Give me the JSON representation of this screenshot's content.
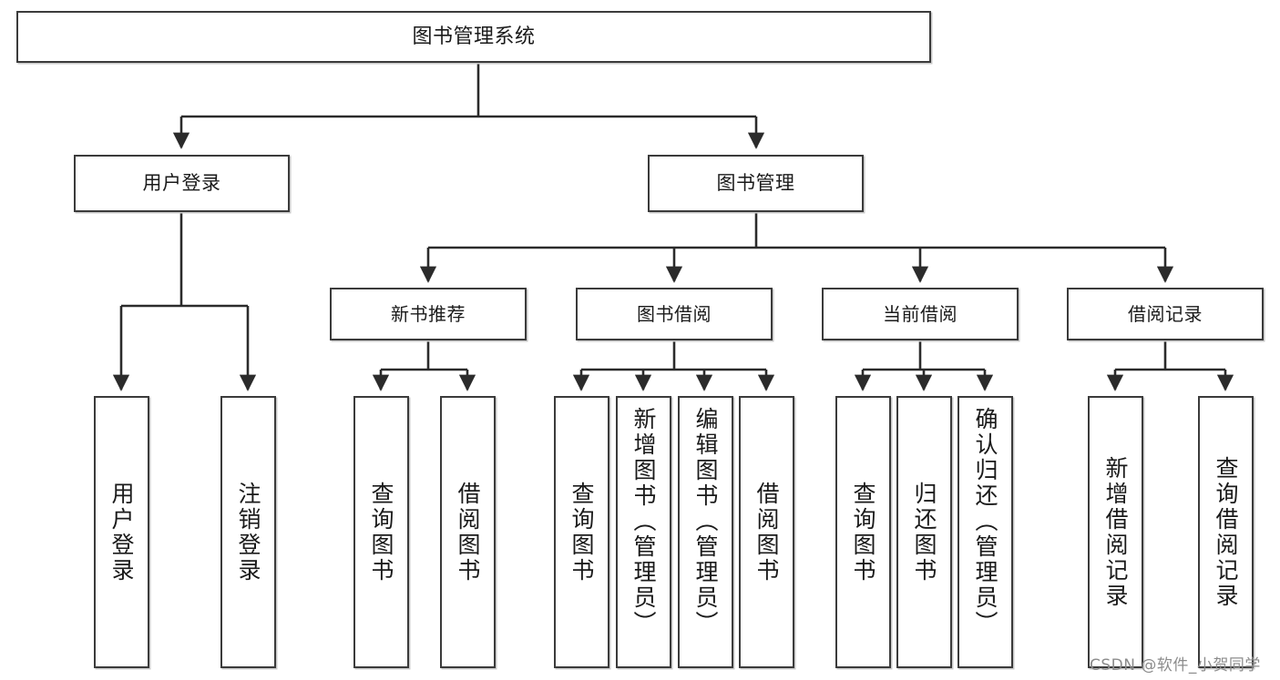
{
  "diagram": {
    "type": "tree-hierarchy-flowchart",
    "title": "图书管理系统",
    "root": {
      "label": "图书管理系统"
    },
    "level1": [
      {
        "id": "user-login",
        "label": "用户登录"
      },
      {
        "id": "book-manage",
        "label": "图书管理"
      }
    ],
    "level2": [
      {
        "id": "new-book-recommend",
        "label": "新书推荐",
        "parent": "book-manage"
      },
      {
        "id": "book-borrow",
        "label": "图书借阅",
        "parent": "book-manage"
      },
      {
        "id": "current-borrow",
        "label": "当前借阅",
        "parent": "book-manage"
      },
      {
        "id": "borrow-record",
        "label": "借阅记录",
        "parent": "book-manage"
      }
    ],
    "leaves": [
      {
        "id": "leaf-user-login",
        "label": "用户登录",
        "parent": "user-login"
      },
      {
        "id": "leaf-logout",
        "label": "注销登录",
        "parent": "user-login"
      },
      {
        "id": "leaf-query-book-1",
        "label": "查询图书",
        "parent": "new-book-recommend"
      },
      {
        "id": "leaf-borrow-book-1",
        "label": "借阅图书",
        "parent": "new-book-recommend"
      },
      {
        "id": "leaf-query-book-2",
        "label": "查询图书",
        "parent": "book-borrow"
      },
      {
        "id": "leaf-add-book",
        "label": "新增图书（管理员）",
        "parent": "book-borrow"
      },
      {
        "id": "leaf-edit-book",
        "label": "编辑图书（管理员）",
        "parent": "book-borrow"
      },
      {
        "id": "leaf-borrow-book-2",
        "label": "借阅图书",
        "parent": "book-borrow"
      },
      {
        "id": "leaf-query-book-3",
        "label": "查询图书",
        "parent": "current-borrow"
      },
      {
        "id": "leaf-return-book",
        "label": "归还图书",
        "parent": "current-borrow"
      },
      {
        "id": "leaf-confirm-return",
        "label": "确认归还（管理员）",
        "parent": "current-borrow"
      },
      {
        "id": "leaf-add-record",
        "label": "新增借阅记录",
        "parent": "borrow-record"
      },
      {
        "id": "leaf-query-record",
        "label": "查询借阅记录",
        "parent": "borrow-record"
      }
    ],
    "watermark": "CSDN @软件_小贺同学",
    "colors": {
      "box_border": "#3b3b3b",
      "line": "#2b2b2b",
      "background": "#ffffff",
      "watermark_text": "#8c8c8c"
    }
  }
}
